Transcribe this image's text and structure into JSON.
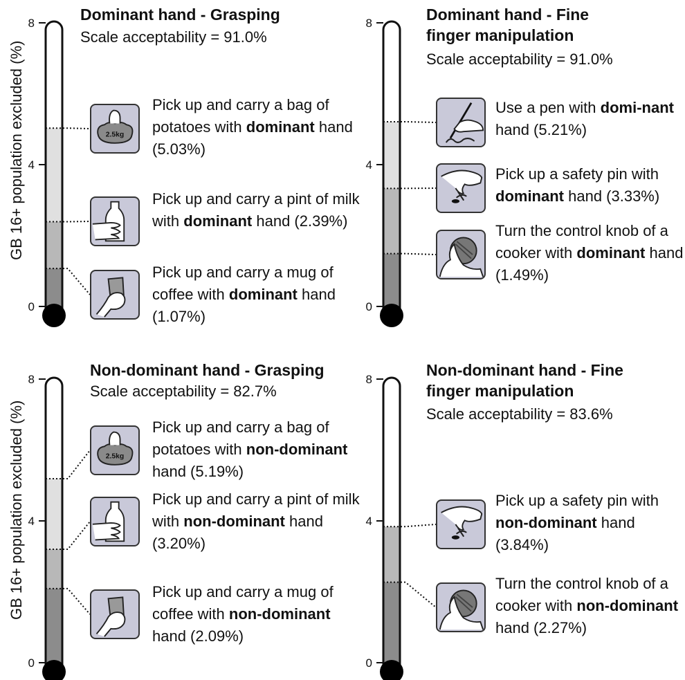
{
  "y_axis_label": "GB 16+ population excluded (%)",
  "chart_data": [
    {
      "type": "thermometer",
      "title": "Dominant hand - Grasping",
      "subtitle": "Scale acceptability = 91.0%",
      "ylabel": "GB 16+ population excluded (%)",
      "ylim": [
        0,
        8
      ],
      "ticks": [
        "0",
        "4",
        "8"
      ],
      "items": [
        {
          "icon": "potato-bag-icon",
          "text": "Pick up and carry a bag of potatoes with ",
          "bold": "dominant",
          "after": " hand (5.03%)",
          "value": 5.03
        },
        {
          "icon": "milk-bottle-icon",
          "text": "Pick up and carry a pint of milk with ",
          "bold": "dominant",
          "after": " hand (2.39%)",
          "value": 2.39
        },
        {
          "icon": "coffee-mug-icon",
          "text": "Pick up and carry a mug of coffee with ",
          "bold": "dominant",
          "after": " hand (1.07%)",
          "value": 1.07
        }
      ]
    },
    {
      "type": "thermometer",
      "title": "Dominant hand - Fine finger manipulation",
      "subtitle": "Scale acceptability = 91.0%",
      "ylim": [
        0,
        8
      ],
      "ticks": [
        "0",
        "4",
        "8"
      ],
      "items": [
        {
          "icon": "pen-icon",
          "text": "Use a pen with ",
          "bold": "domi-nant",
          "after": " hand (5.21%)",
          "value": 5.21
        },
        {
          "icon": "safety-pin-icon",
          "text": "Pick up a safety pin with ",
          "bold": "dominant",
          "after": " hand (3.33%)",
          "value": 3.33
        },
        {
          "icon": "control-knob-icon",
          "text": "Turn the control knob of a cooker with ",
          "bold": "dominant",
          "after": " hand (1.49%)",
          "value": 1.49
        }
      ]
    },
    {
      "type": "thermometer",
      "title": "Non-dominant hand - Grasping",
      "subtitle": "Scale acceptability = 82.7%",
      "ylabel": "GB 16+ population excluded (%)",
      "ylim": [
        0,
        8
      ],
      "ticks": [
        "0",
        "4",
        "8"
      ],
      "items": [
        {
          "icon": "potato-bag-icon",
          "text": "Pick up and carry a bag of potatoes with ",
          "bold": "non-dominant",
          "after": " hand (5.19%)",
          "value": 5.19
        },
        {
          "icon": "milk-bottle-icon",
          "text": "Pick up and carry a pint of milk with ",
          "bold": "non-dominant",
          "after": " hand (3.20%)",
          "value": 3.2
        },
        {
          "icon": "coffee-mug-icon",
          "text": "Pick up and carry a mug of coffee with ",
          "bold": "non-dominant",
          "after": " hand (2.09%)",
          "value": 2.09
        }
      ]
    },
    {
      "type": "thermometer",
      "title": "Non-dominant hand - Fine finger manipulation",
      "subtitle": "Scale acceptability = 83.6%",
      "ylim": [
        0,
        8
      ],
      "ticks": [
        "0",
        "4",
        "8"
      ],
      "items": [
        {
          "icon": "safety-pin-icon",
          "text": "Pick up a safety pin with ",
          "bold": "non-dominant",
          "after": " hand (3.84%)",
          "value": 3.84
        },
        {
          "icon": "control-knob-icon",
          "text": "Turn the control knob of a cooker with ",
          "bold": "non-dominant",
          "after": " hand (2.27%)",
          "value": 2.27
        }
      ]
    }
  ],
  "icon_labels": {
    "bag_weight": "2.5kg"
  },
  "colors": {
    "level_light": "#e0e0e0",
    "level_mid": "#b8b8b8",
    "level_dark": "#8c8c8c",
    "bulb": "#000000",
    "icon_bg": "#c9c9d9"
  }
}
